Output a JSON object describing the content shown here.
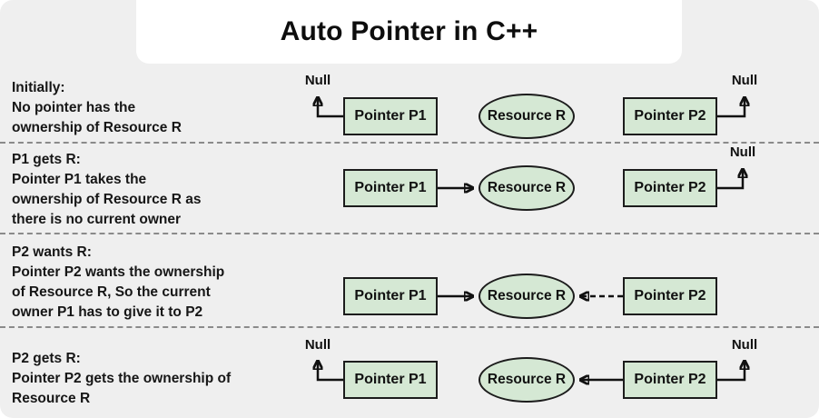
{
  "title": "Auto Pointer in C++",
  "labels": {
    "null_label": "Null",
    "pointer_p1": "Pointer P1",
    "pointer_p2": "Pointer P2",
    "resource": "Resource R"
  },
  "colors": {
    "canvas_bg": "#efefef",
    "card_bg": "#ffffff",
    "node_fill": "#d5e8d4",
    "node_border": "#1c1c1c",
    "text": "#161616",
    "separator": "#8a8a8a",
    "arrow": "#111111"
  },
  "rows": [
    {
      "heading": "Initially:",
      "lines": [
        "No pointer has the",
        "ownership of Resource R"
      ]
    },
    {
      "heading": "P1 gets R:",
      "lines": [
        "Pointer P1 takes the",
        "ownership of Resource R as",
        "there is no current owner"
      ]
    },
    {
      "heading": "P2 wants R:",
      "lines": [
        "Pointer P2 wants the ownership",
        "of Resource R, So the current",
        "owner P1 has to give it to P2"
      ]
    },
    {
      "heading": "P2 gets R:",
      "lines": [
        "Pointer P2 gets the ownership of",
        "Resource R"
      ]
    }
  ]
}
